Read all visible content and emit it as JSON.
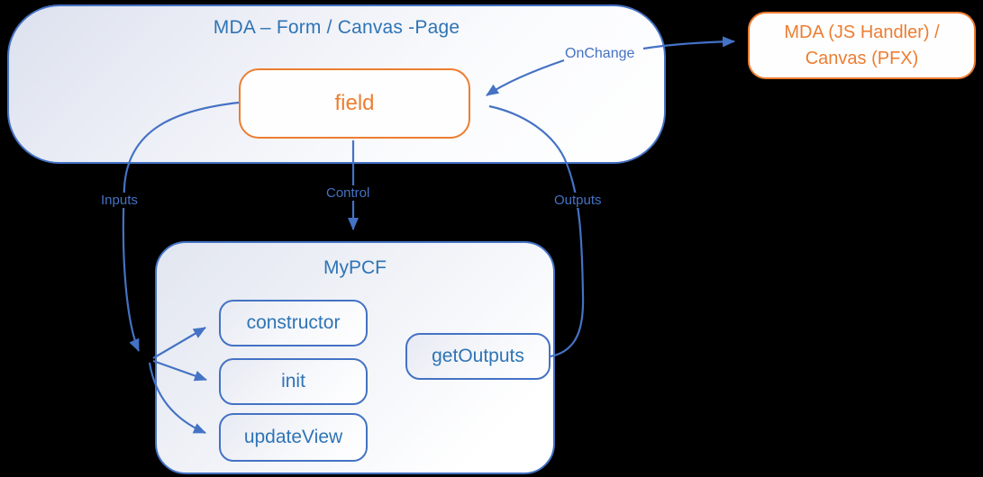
{
  "diagram": {
    "mda_container": {
      "title": "MDA – Form / Canvas -Page"
    },
    "field_box": {
      "label": "field"
    },
    "handler_box": {
      "line1": "MDA (JS Handler) /",
      "line2": "Canvas (PFX)"
    },
    "mypcf_container": {
      "title": "MyPCF"
    },
    "methods": [
      {
        "label": "constructor"
      },
      {
        "label": "init"
      },
      {
        "label": "updateView"
      },
      {
        "label": "getOutputs"
      }
    ],
    "edge_labels": {
      "onchange": "OnChange",
      "inputs": "Inputs",
      "control": "Control",
      "outputs": "Outputs"
    },
    "colors": {
      "blue_line": "#4472C4",
      "blue_text": "#2E74B5",
      "orange": "#ED7D31"
    }
  }
}
